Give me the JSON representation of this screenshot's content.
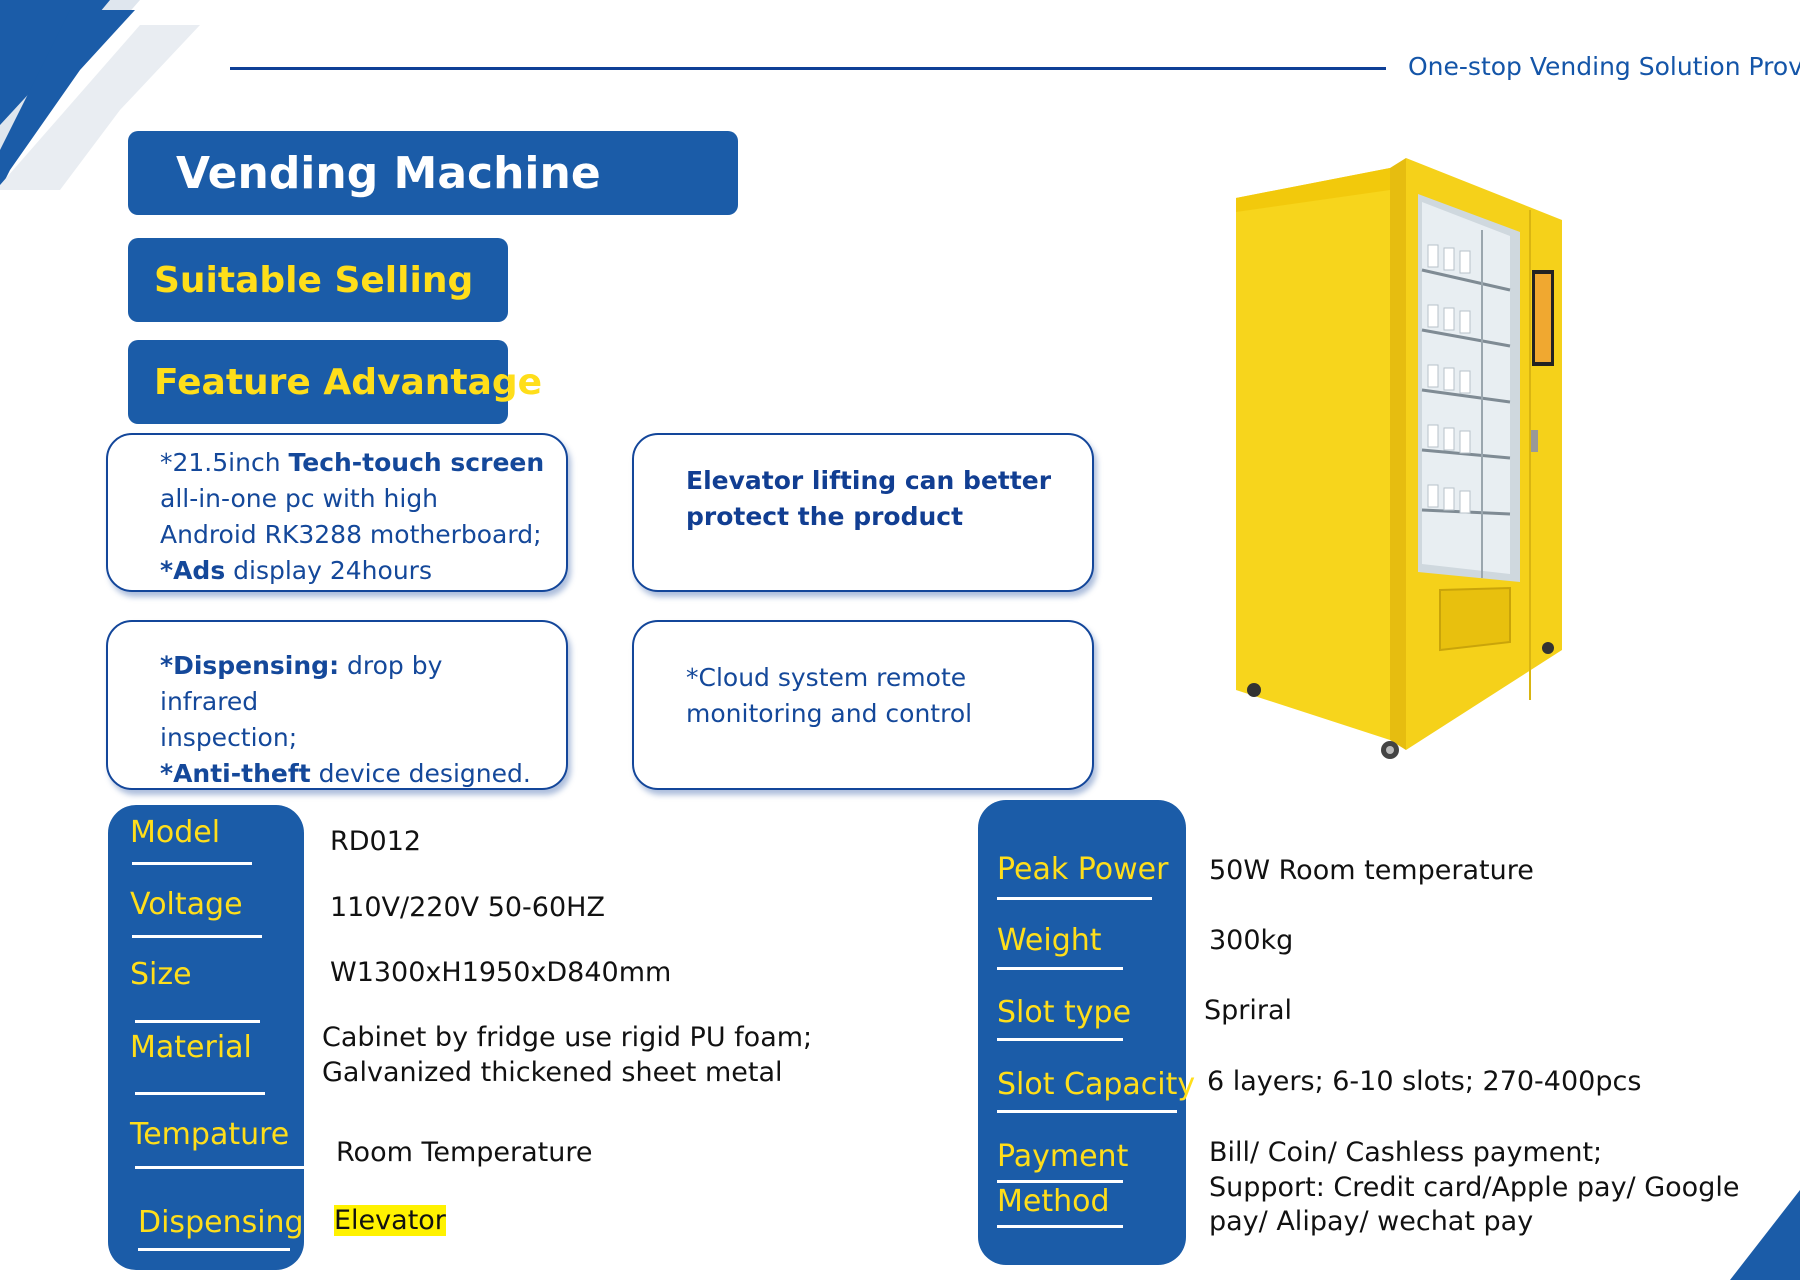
{
  "header": {
    "tagline": "One-stop Vending Solution Provic"
  },
  "title": "Vending Machine",
  "sections": {
    "suitable": "Suitable Selling",
    "feature": "Feature Advantage"
  },
  "features": {
    "f1": {
      "p1": "*21.5inch ",
      "b1": "Tech-touch screen",
      "l2": "all-in-one pc with high",
      "l3": "Android RK3288 motherboard;",
      "b2": "*Ads",
      "l4": " display 24hours"
    },
    "f2": {
      "l1": "Elevator lifting can better",
      "l2": "protect the product"
    },
    "f3": {
      "b1": "*Dispensing:",
      "l1": " drop by infrared",
      "l2": "inspection;",
      "b2": "*Anti-theft",
      "l3": " device designed."
    },
    "f4": {
      "l1": "*Cloud system remote",
      "l2": "monitoring and control"
    }
  },
  "specs_left": {
    "model_label": "Model",
    "model_value": "RD012",
    "voltage_label": "Voltage",
    "voltage_value": "110V/220V 50-60HZ",
    "size_label": "Size",
    "size_value": "W1300xH1950xD840mm",
    "material_label": "Material",
    "material_value_1": "Cabinet by fridge use rigid PU foam;",
    "material_value_2": "Galvanized thickened sheet metal",
    "temp_label": "Tempature",
    "temp_value": "Room Temperature",
    "disp_label": "Dispensing",
    "disp_value": "Elevator"
  },
  "specs_right": {
    "power_label": "Peak Power",
    "power_value": "50W Room temperature",
    "weight_label": "Weight",
    "weight_value": "300kg",
    "slot_label": "Slot type",
    "slot_value": "Spriral",
    "cap_label": "Slot Capacity",
    "cap_value": "6 layers; 6-10 slots; 270-400pcs",
    "pay_label_1": "Payment",
    "pay_label_2": "Method",
    "pay_value_1": "Bill/ Coin/ Cashless payment;",
    "pay_value_2": "Support: Credit card/Apple pay/ Google",
    "pay_value_3": "pay/ Alipay/ wechat pay"
  },
  "colors": {
    "brand_blue": "#1b5ca8",
    "accent_yellow": "#ffde1a",
    "machine_yellow": "#f7d51c"
  },
  "icons": {
    "logo": "brand-logo-icon",
    "machine": "vending-machine-illustration"
  }
}
